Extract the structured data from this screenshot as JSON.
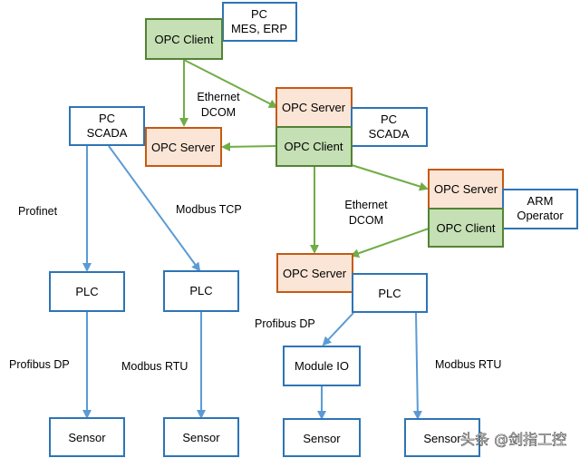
{
  "nodes": {
    "pc_mes_erp": {
      "lines": [
        "PC",
        "MES, ERP"
      ]
    },
    "opc_client_top": {
      "lines": [
        "OPC Client"
      ]
    },
    "pc_scada_left": {
      "lines": [
        "PC",
        "SCADA"
      ]
    },
    "opc_server_left": {
      "lines": [
        "OPC Server"
      ]
    },
    "opc_server_mid": {
      "lines": [
        "OPC Server"
      ]
    },
    "opc_client_mid": {
      "lines": [
        "OPC Client"
      ]
    },
    "pc_scada_right": {
      "lines": [
        "PC",
        "SCADA"
      ]
    },
    "opc_server_right": {
      "lines": [
        "OPC Server"
      ]
    },
    "opc_client_right": {
      "lines": [
        "OPC Client"
      ]
    },
    "arm_operator": {
      "lines": [
        "ARM",
        "Operator"
      ]
    },
    "opc_server_low": {
      "lines": [
        "OPC Server"
      ]
    },
    "plc_1": {
      "lines": [
        "PLC"
      ]
    },
    "plc_2": {
      "lines": [
        "PLC"
      ]
    },
    "plc_3": {
      "lines": [
        "PLC"
      ]
    },
    "module_io": {
      "lines": [
        "Module IO"
      ]
    },
    "sensor_1": {
      "lines": [
        "Sensor"
      ]
    },
    "sensor_2": {
      "lines": [
        "Sensor"
      ]
    },
    "sensor_3": {
      "lines": [
        "Sensor"
      ]
    },
    "sensor_4": {
      "lines": [
        "Sensor"
      ]
    }
  },
  "labels": {
    "ethernet_dcom_top": [
      "Ethernet",
      "DCOM"
    ],
    "ethernet_dcom_mid": [
      "Ethernet",
      "DCOM"
    ],
    "profinet": "Profinet",
    "modbus_tcp": "Modbus TCP",
    "profibus_dp_left": "Profibus DP",
    "modbus_rtu_left": "Modbus RTU",
    "profibus_dp_right": "Profibus DP",
    "modbus_rtu_right": "Modbus RTU"
  },
  "watermark": "头条 @剑指工控",
  "colors": {
    "blue": "#2e74b5",
    "arrow_blue": "#5b9bd5",
    "green_fill": "#c5e0b4",
    "green_stroke": "#548235",
    "arrow_green": "#70ad47",
    "orange_fill": "#fbe5d6",
    "orange_stroke": "#c55a11"
  }
}
